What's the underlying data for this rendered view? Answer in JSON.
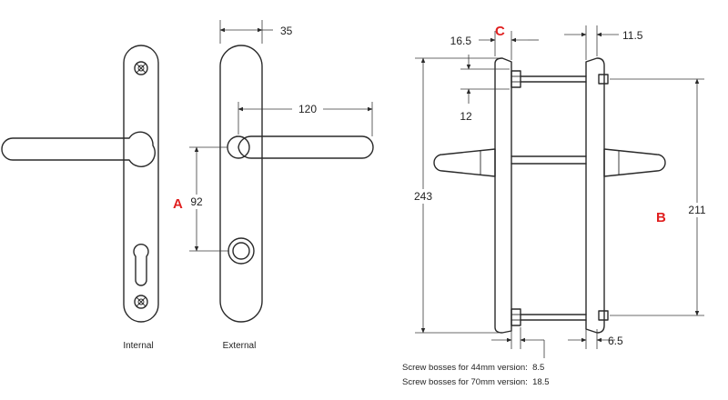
{
  "views": {
    "internal_label": "Internal",
    "external_label": "External"
  },
  "dims": {
    "d35": "35",
    "d120": "120",
    "d92": "92",
    "d165": "16.5",
    "d115": "11.5",
    "d12": "12",
    "d243": "243",
    "d211": "211",
    "d65": "6.5"
  },
  "keys": {
    "a": "A",
    "b": "B",
    "c": "C"
  },
  "notes": {
    "line1": "Screw bosses for 44mm version:  8.5",
    "line2": "Screw bosses for 70mm version:  18.5"
  },
  "colors": {
    "line": "#2a2a2a",
    "key": "#e02020"
  }
}
